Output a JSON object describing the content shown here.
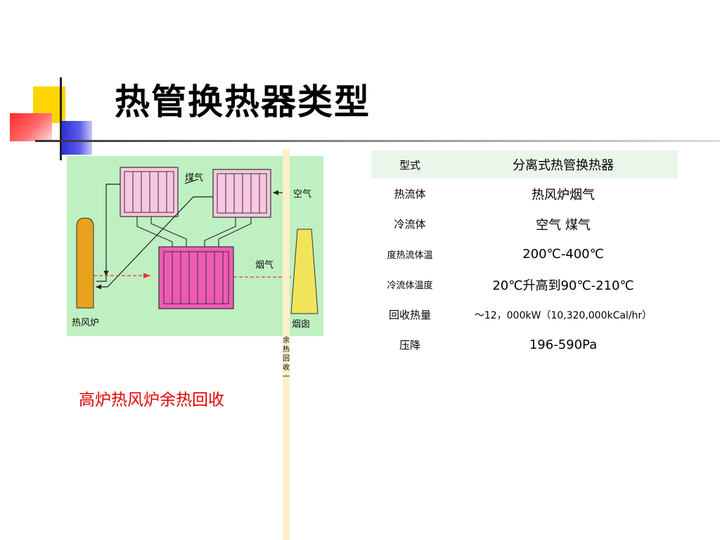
{
  "slide": {
    "title": "热管换热器类型",
    "caption": "高炉热风炉余热回收",
    "side_text": "余热回收一"
  },
  "diagram": {
    "labels": {
      "coal_gas": "煤气",
      "air": "空气",
      "flue_gas": "烟气",
      "hot_blast_stove": "热风炉",
      "chimney": "烟囱"
    },
    "colors": {
      "background": "#bff0c2",
      "preheater": "#f8c6e0",
      "evaporator": "#ef5bb4",
      "stove": "#e8a21e",
      "chimney": "#f2e45a",
      "flow_arrow": "#ee3333"
    }
  },
  "spec_table": {
    "rows": [
      {
        "key": "型式",
        "value": "分离式热管换热器"
      },
      {
        "key": "热流体",
        "value": "热风炉烟气"
      },
      {
        "key": "冷流体",
        "value": "空气 煤气"
      },
      {
        "key": "度热流体温",
        "value": "200℃-400℃"
      },
      {
        "key": "冷流体温度",
        "value": "20℃升高到90℃-210℃"
      },
      {
        "key": "回收热量",
        "value": "～12，000kW（10,320,000kCal/hr）"
      },
      {
        "key": "压降",
        "value": "196-590Pa"
      }
    ]
  }
}
